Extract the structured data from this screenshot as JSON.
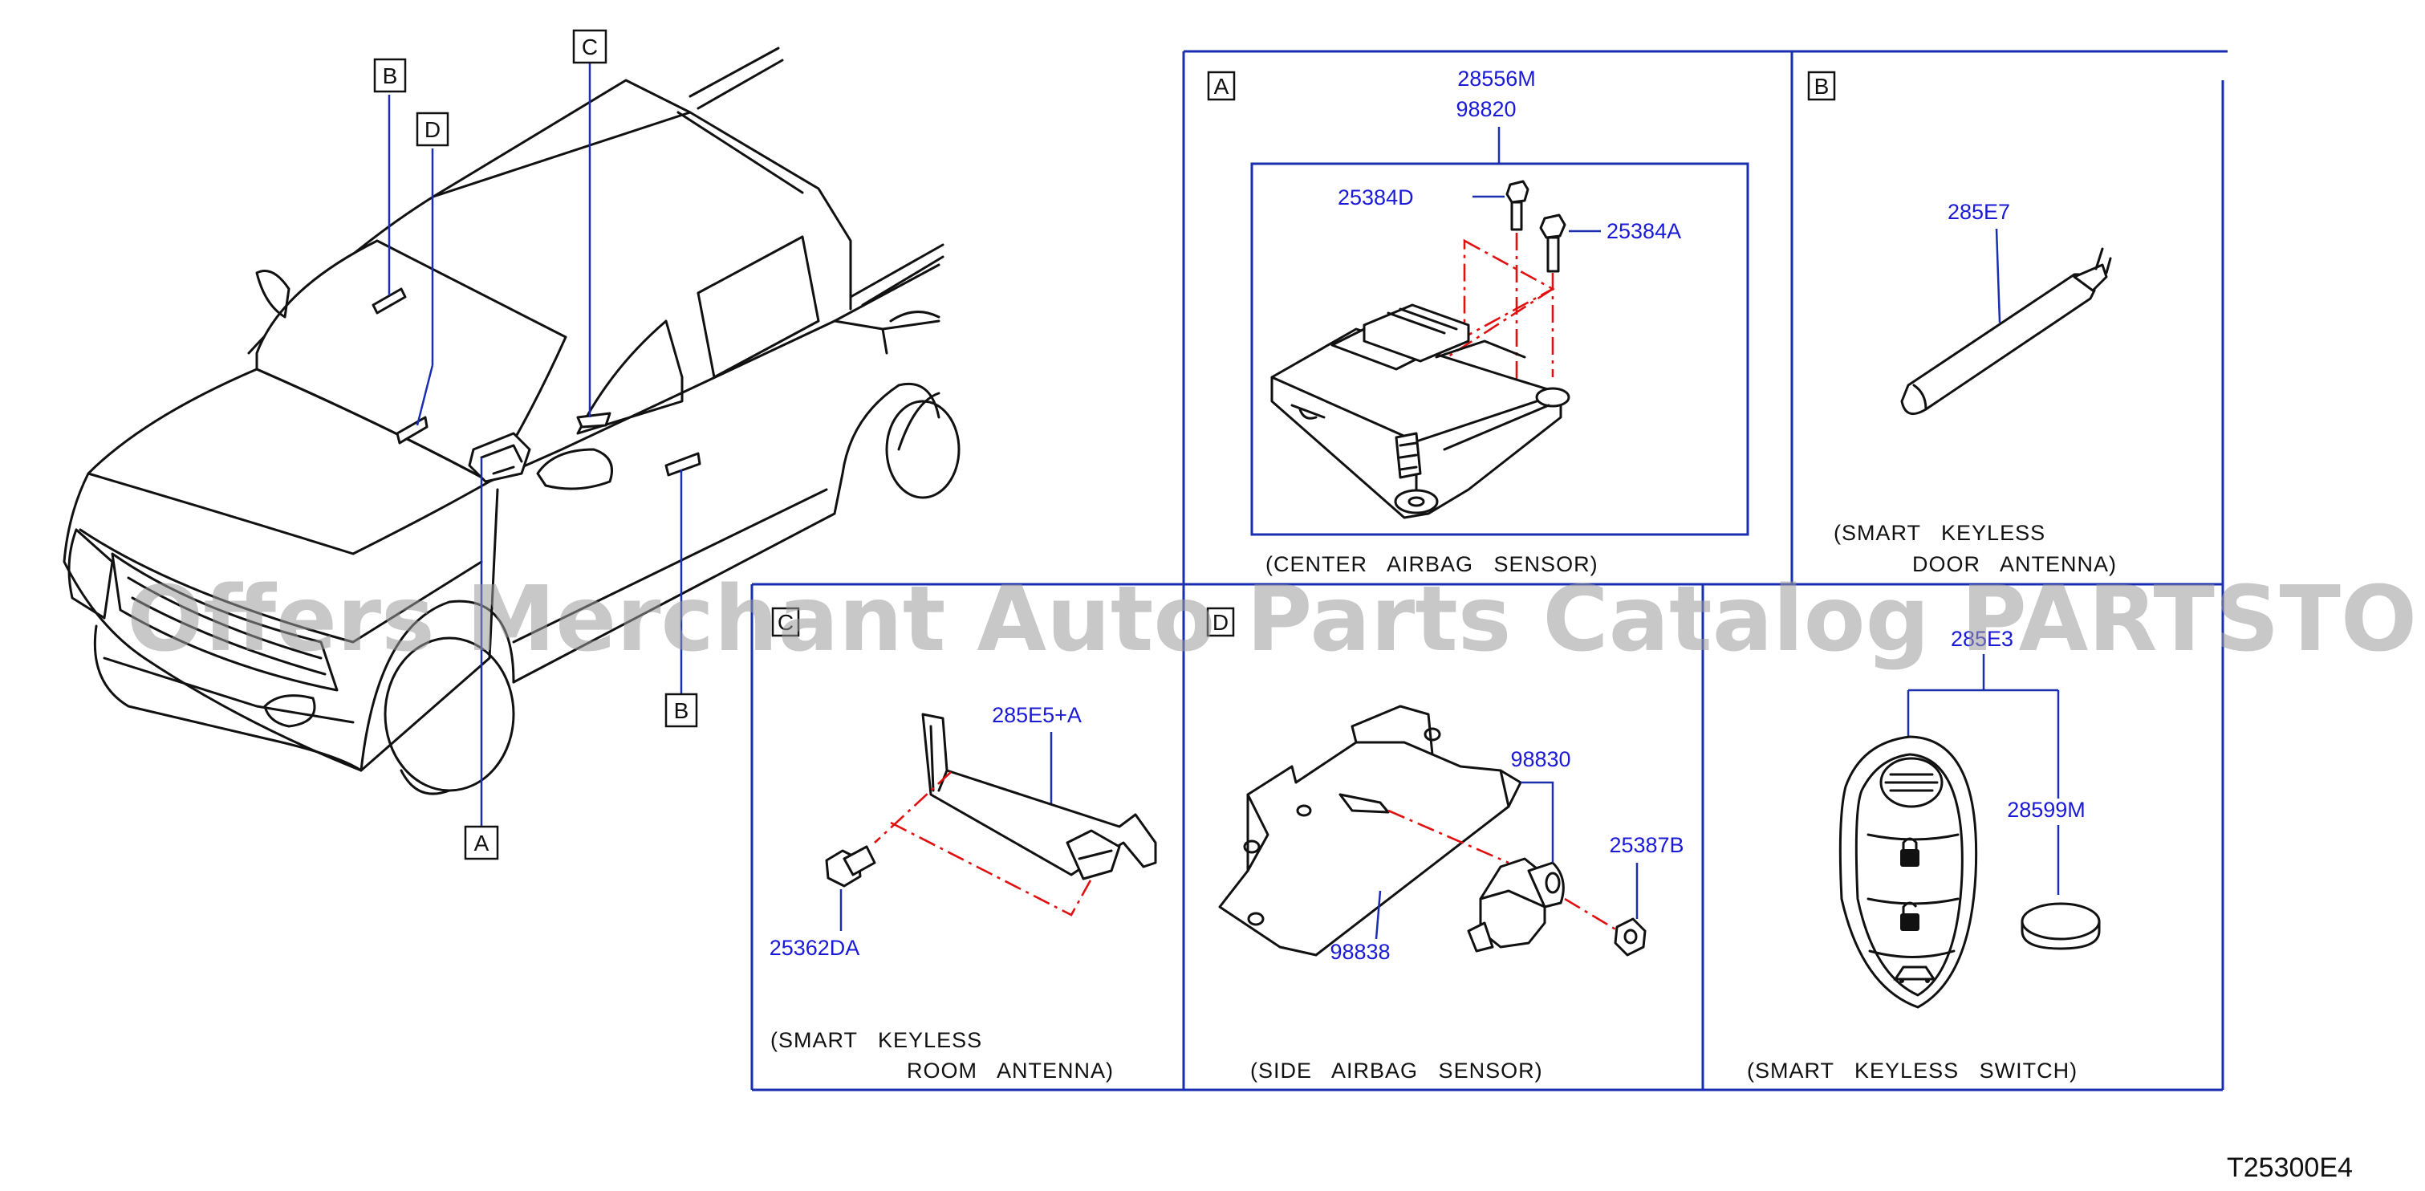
{
  "overview": {
    "callouts": [
      "B",
      "D",
      "C",
      "A",
      "B"
    ]
  },
  "panels": {
    "A": {
      "letter": "A",
      "parts": [
        "28556M",
        "98820",
        "25384D",
        "25384A"
      ],
      "caption": "(CENTER   AIRBAG   SENSOR)"
    },
    "B": {
      "letter": "B",
      "parts": [
        "285E7"
      ],
      "caption_line1": "(SMART   KEYLESS",
      "caption_line2": "DOOR   ANTENNA)"
    },
    "C": {
      "letter": "C",
      "parts": [
        "285E5+A",
        "25362DA"
      ],
      "caption_line1": "(SMART   KEYLESS",
      "caption_line2": "ROOM   ANTENNA)"
    },
    "D": {
      "letter": "D",
      "parts": [
        "98830",
        "25387B",
        "98838"
      ],
      "caption": "(SIDE   AIRBAG   SENSOR)"
    },
    "E": {
      "parts": [
        "285E3",
        "28599M"
      ],
      "caption": "(SMART   KEYLESS   SWITCH)"
    }
  },
  "watermark": "Offers Merchant Auto Parts Catalog PARTSTORE.SA",
  "diagram_code": "T25300E4",
  "colors": {
    "part_number": "#1a1ad6",
    "frame": "#1a2fb0",
    "assembly_line": "#e01010",
    "watermark": "#9a9a9a"
  }
}
